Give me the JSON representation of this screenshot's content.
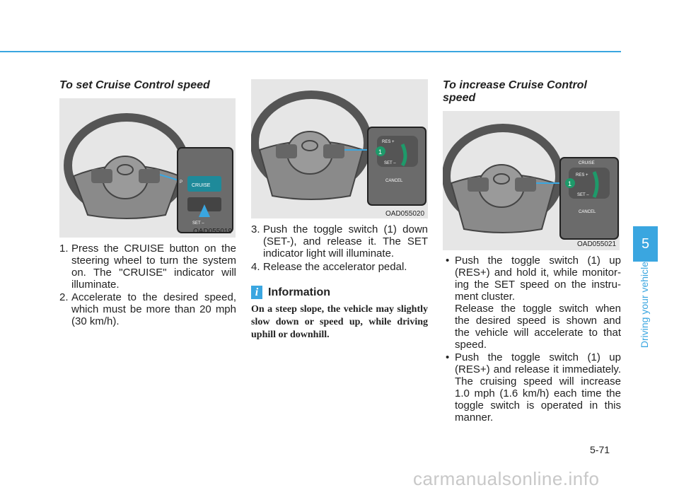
{
  "page": {
    "page_number": "5-71",
    "chapter_number": "5",
    "chapter_title": "Driving your vehicle",
    "watermark": "carmanualsonline.info"
  },
  "left": {
    "heading": "To set Cruise Control speed",
    "figure": {
      "code": "OAD055019",
      "labels": {
        "cruise": "CRUISE",
        "set": "SET –",
        "p": "P"
      }
    },
    "steps": [
      {
        "num": "1.",
        "text": "Press the CRUISE button on the steering wheel to turn the system on. The \"CRUISE\" indicator will illuminate."
      },
      {
        "num": "2.",
        "text": "Accelerate to the desired speed, which must be more than 20 mph (30 km/h)."
      }
    ]
  },
  "middle": {
    "figure": {
      "code": "OAD055020",
      "labels": {
        "res": "RES +",
        "set": "SET –",
        "cancel": "CANCEL",
        "badge": "1"
      }
    },
    "steps": [
      {
        "num": "3.",
        "text": "Push the toggle switch (1) down (SET-), and release it. The SET indicator light will illuminate."
      },
      {
        "num": "4.",
        "text": "Release the accelerator pedal."
      }
    ],
    "info": {
      "badge": "i",
      "title": "Information",
      "body": "On a steep slope, the vehicle may slightly slow down or speed up, while driving uphill or downhill."
    }
  },
  "right": {
    "heading_line1": "To increase Cruise Control",
    "heading_line2": "speed",
    "figure": {
      "code": "OAD055021",
      "labels": {
        "cruise": "CRUISE",
        "res": "RES +",
        "set": "SET –",
        "cancel": "CANCEL",
        "badge": "1"
      }
    },
    "bullets": [
      {
        "mark": "•",
        "text": "Push the toggle switch (1) up (RES+) and hold it, while monitor-ing the SET speed on the instru-ment cluster."
      },
      {
        "mark": "",
        "text": "Release the toggle switch when the desired speed is shown and the vehicle will accelerate to that speed."
      },
      {
        "mark": "•",
        "text": "Push the toggle switch (1) up (RES+) and release it immediately. The cruising speed will increase 1.0 mph (1.6 km/h) each time the toggle switch is operated in this manner."
      }
    ]
  }
}
